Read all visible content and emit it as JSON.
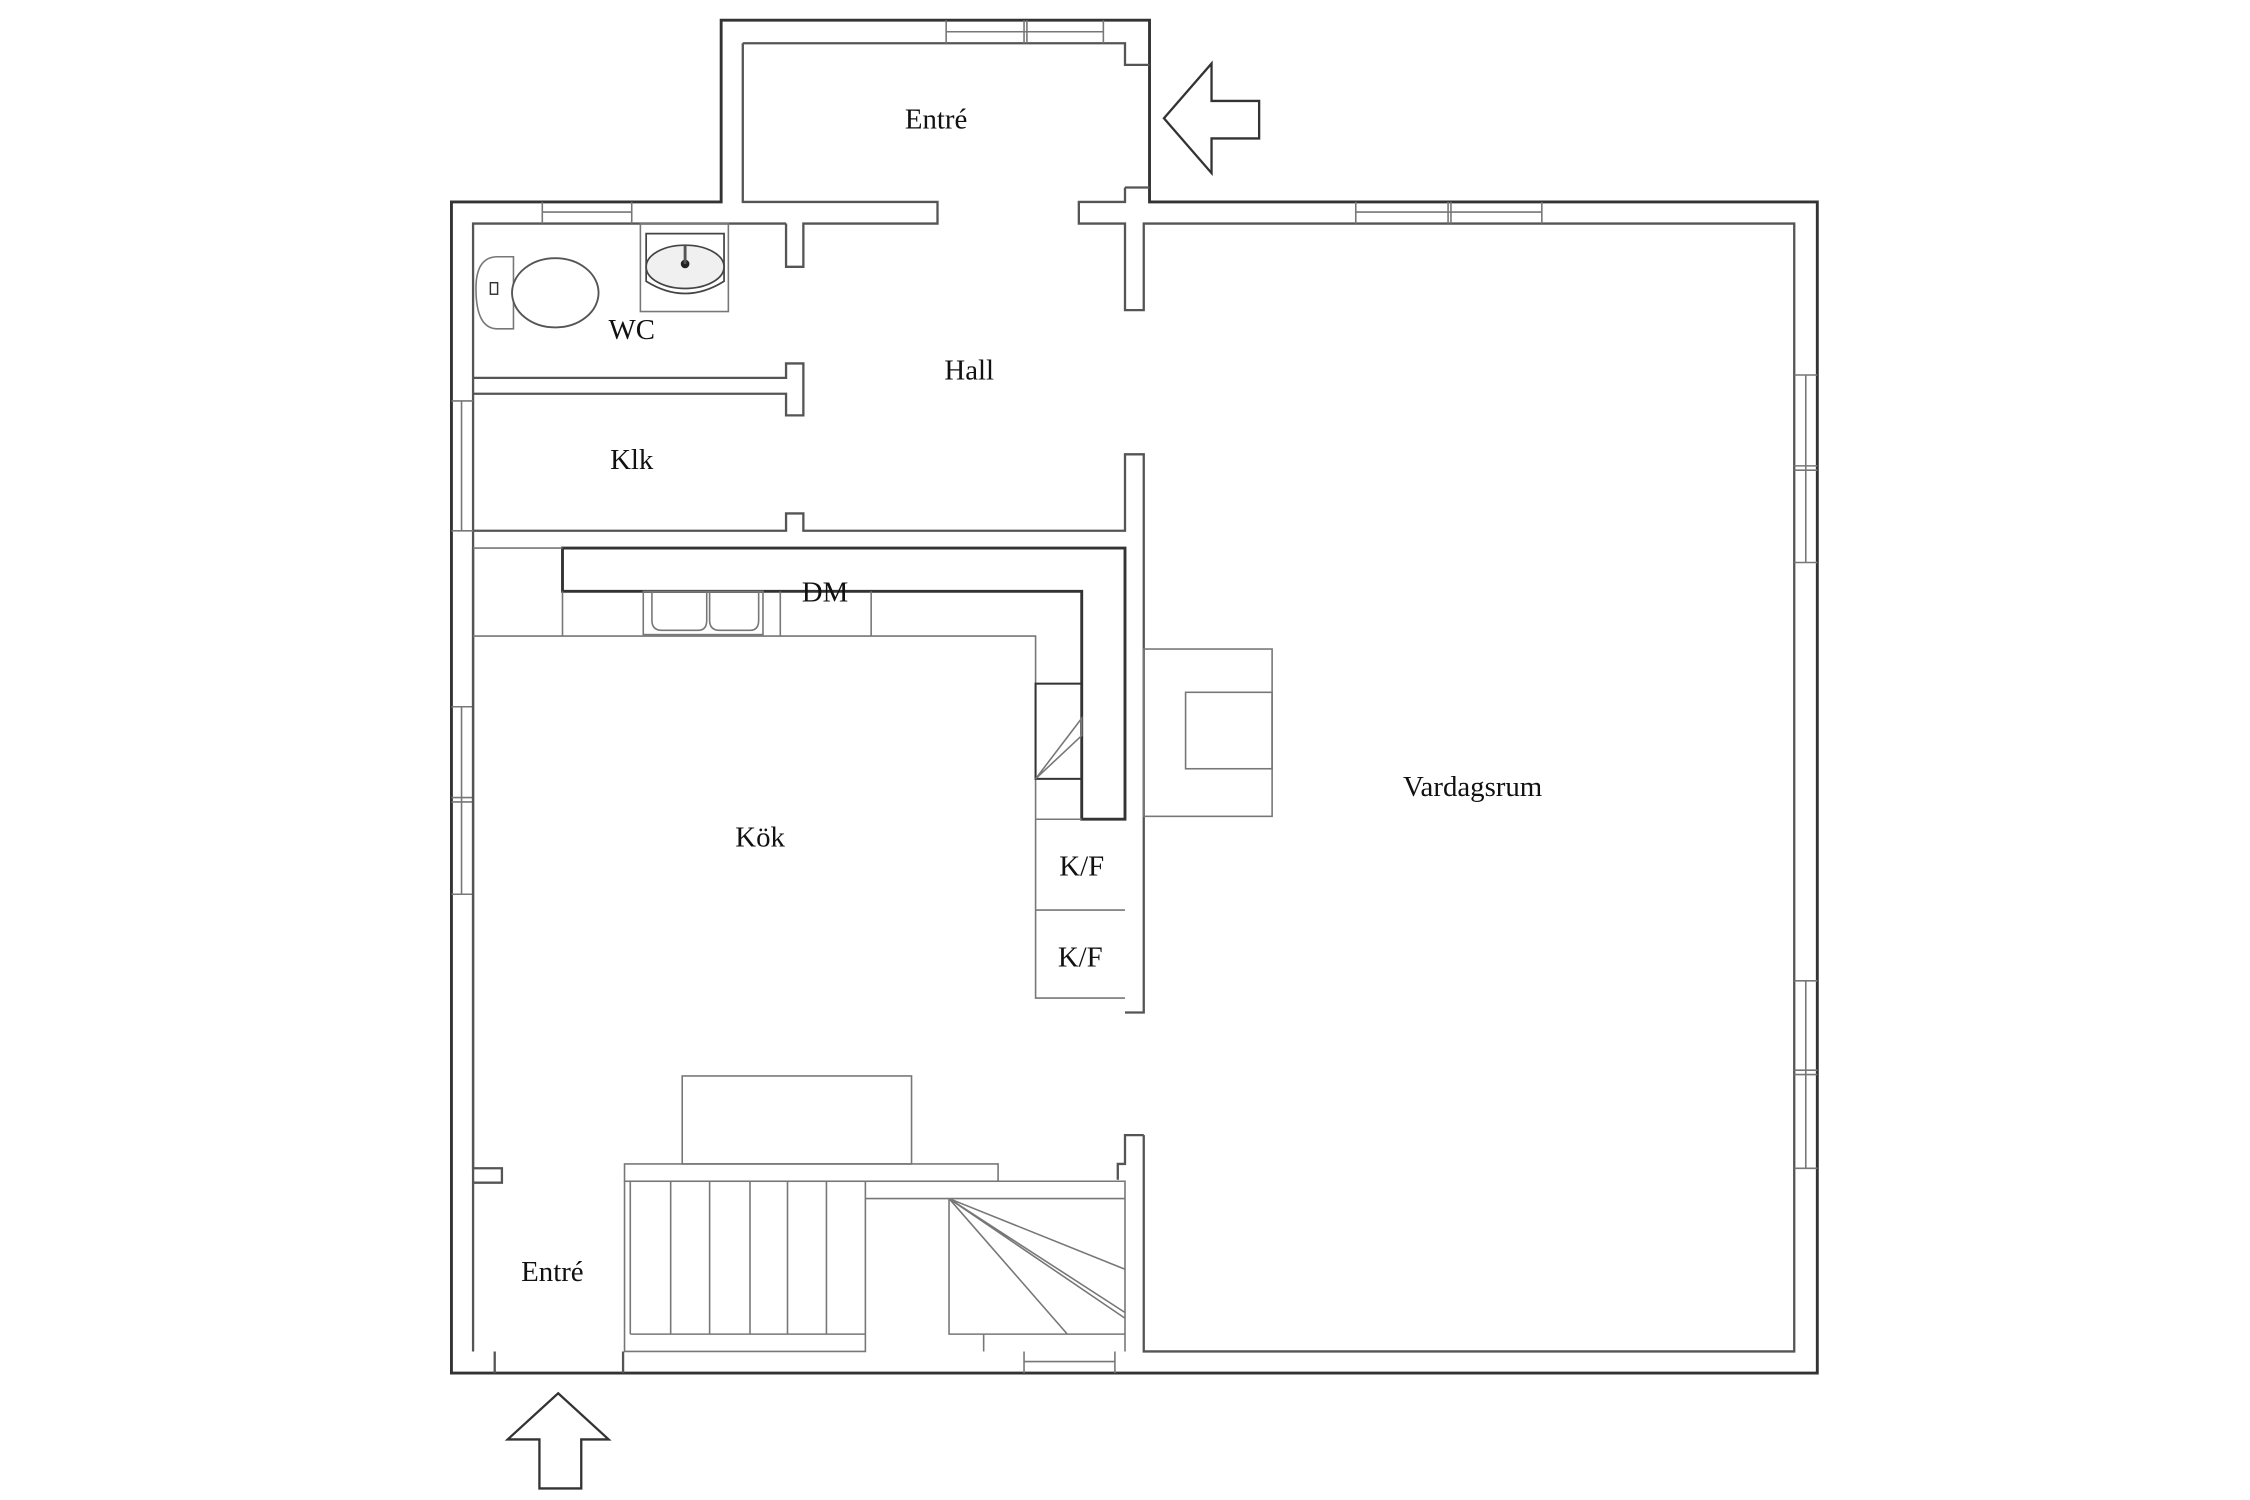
{
  "rooms": {
    "entre_top": "Entré",
    "wc": "WC",
    "hall": "Hall",
    "klk": "Klk",
    "dm": "DM",
    "kok": "Kök",
    "kf1": "K/F",
    "kf2": "K/F",
    "vardagsrum": "Vardagsrum",
    "entre_bottom": "Entré"
  },
  "icons": {
    "entrance_arrow_right": "arrow-left-icon",
    "entrance_arrow_bottom": "arrow-up-icon",
    "toilet": "toilet-icon",
    "sink": "sink-icon",
    "kitchen_sink": "double-sink-icon",
    "fireplace": "fireplace-icon",
    "stairs": "stairs-icon"
  },
  "colors": {
    "wall": "#333333",
    "line": "#777777",
    "background": "#ffffff"
  }
}
